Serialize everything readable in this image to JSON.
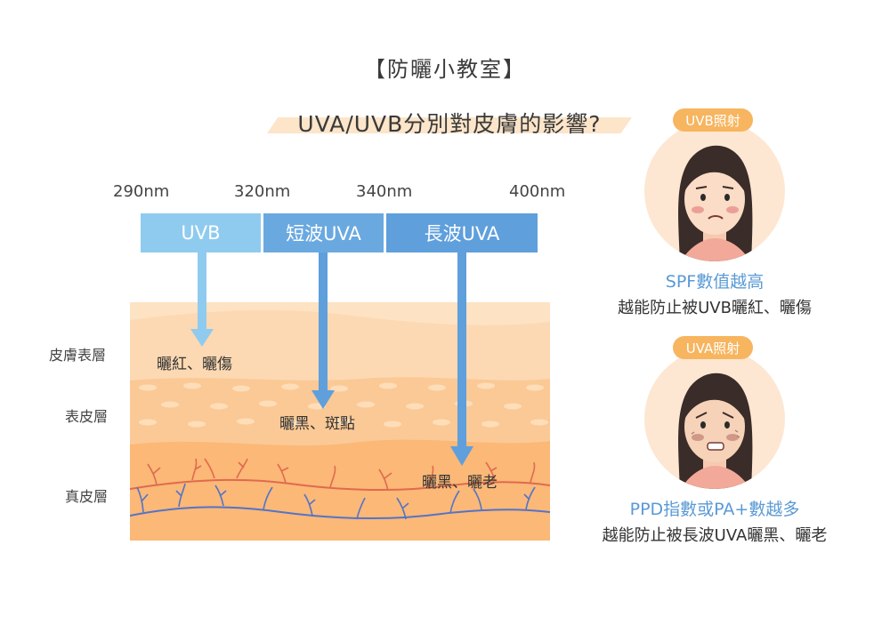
{
  "title": "【防曬小教室】",
  "subtitle": "UVA/UVB分別對皮膚的影響?",
  "spectrum": {
    "wavelengths": [
      "290nm",
      "320nm",
      "340nm",
      "400nm"
    ],
    "bands": [
      {
        "label": "UVB",
        "color": "#8fcbef"
      },
      {
        "label": "短波UVA",
        "color": "#6aa9e0"
      },
      {
        "label": "長波UVA",
        "color": "#5f9fdc"
      }
    ]
  },
  "skin": {
    "layers": [
      "皮膚表層",
      "表皮層",
      "真皮層"
    ],
    "effects": [
      "曬紅、曬傷",
      "曬黑、斑點",
      "曬黑、曬老"
    ]
  },
  "uvb_card": {
    "badge": "UVB照射",
    "heading": "SPF數值越高",
    "description": "越能防止被UVB曬紅、曬傷"
  },
  "uva_card": {
    "badge": "UVA照射",
    "heading": "PPD指數或PA+數越多",
    "description": "越能防止被長波UVA曬黑、曬老"
  }
}
